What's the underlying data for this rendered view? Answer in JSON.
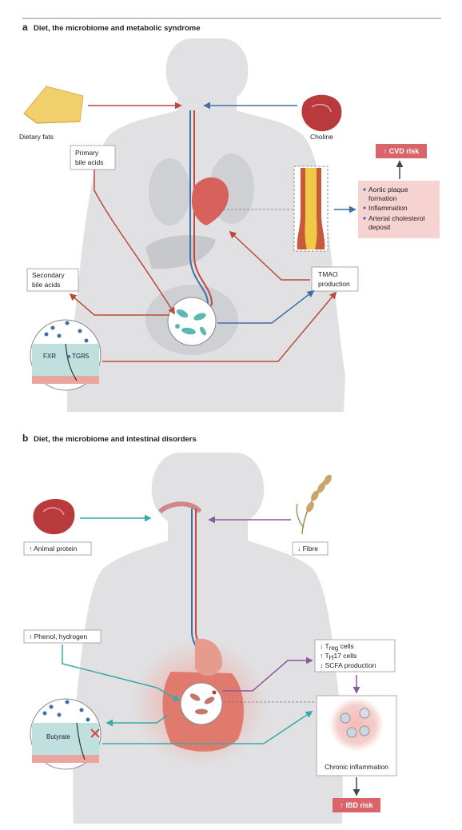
{
  "panel_a": {
    "letter": "a",
    "title": "Diet, the microbiome and metabolic syndrome",
    "dietary_fats": "Dietary fats",
    "choline": "Choline",
    "primary_bile_acids": [
      "Primary",
      "bile acids"
    ],
    "secondary_bile_acids": [
      "Secondary",
      "bile acids"
    ],
    "tmao": [
      "TMAO",
      "production"
    ],
    "cvd_risk": "↑ CVD risk",
    "effects": [
      "Aortic plaque",
      "formation",
      "Inflammation",
      "Arterial cholesterol",
      "deposit"
    ],
    "fxr": "FXR",
    "tgr5": "TGR5"
  },
  "panel_b": {
    "letter": "b",
    "title": "Diet, the microbiome and intestinal disorders",
    "animal_protein": "↑ Animal protein",
    "fibre": "↓ Fibre",
    "phenol": "↑ Phenol, hydrogen",
    "treg_arrow": "↓ T",
    "treg_sub": "reg",
    "treg_suffix": " cells",
    "th17_arrow": "↑ T",
    "th17_sub": "H",
    "th17_suffix": "17 cells",
    "scfa": "↓ SCFA production",
    "butyrate": "Butyrate",
    "chronic_inflammation": "Chronic inflammation",
    "ibd_risk": "↑ IBD risk"
  },
  "colors": {
    "red_arrow": "#b94a3c",
    "blue_arrow": "#3f6fa6",
    "teal_arrow": "#3aa9a9",
    "purple_arrow": "#8a5a9c",
    "risk_box": "#d9646a",
    "body": "#e1e1e3",
    "effect_box": "#f6d3d1"
  }
}
